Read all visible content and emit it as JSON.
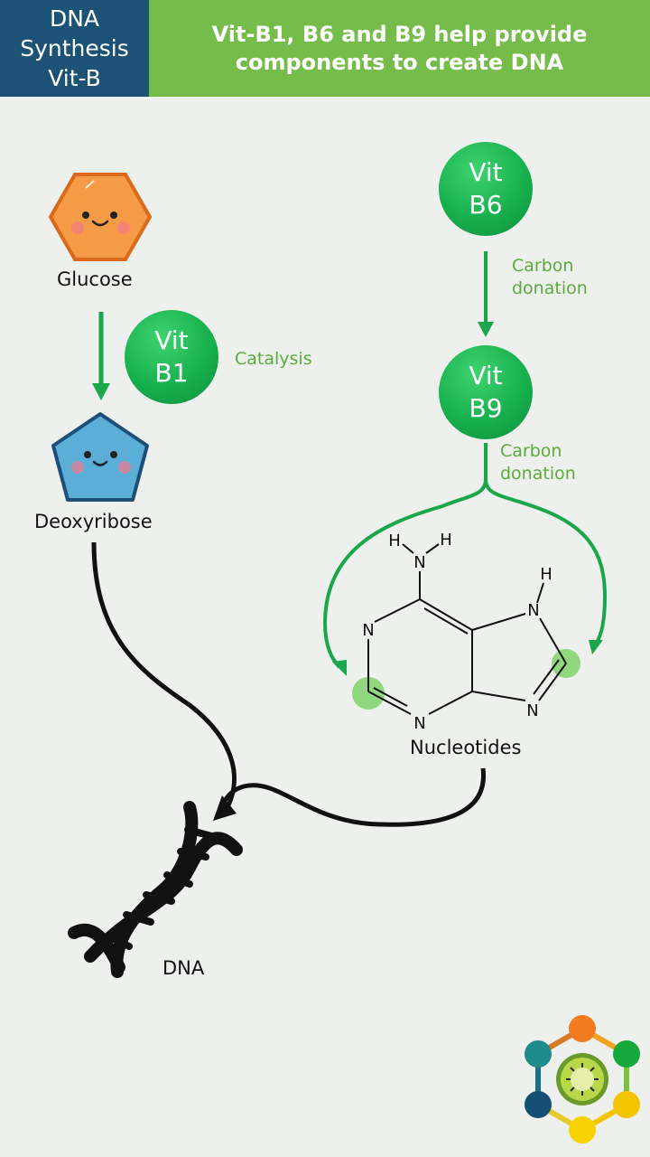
{
  "header": {
    "left_lines": [
      "DNA",
      "Synthesis",
      "Vit-B"
    ],
    "right_lines": [
      "Vit-B1, B6 and B9 help provide",
      "components to create DNA"
    ]
  },
  "nodes": {
    "glucose": "Glucose",
    "deoxyribose": "Deoxyribose",
    "nucleotides": "Nucleotides",
    "dna": "DNA"
  },
  "vitamins": {
    "b1": [
      "Vit",
      "B1"
    ],
    "b6": [
      "Vit",
      "B6"
    ],
    "b9": [
      "Vit",
      "B9"
    ]
  },
  "annotations": {
    "catalysis": "Catalysis",
    "carbon_donation_1": [
      "Carbon",
      "donation"
    ],
    "carbon_donation_2": [
      "Carbon",
      "donation"
    ]
  },
  "structure_atoms": {
    "n1": "N",
    "n3": "N",
    "n6": "N",
    "n7": "N",
    "n9": "N",
    "h_a": "H",
    "h_b": "H",
    "h_c": "H"
  },
  "colors": {
    "header_left": "#1b5276",
    "header_right": "#76bc4a",
    "vitamin_green": "#18b04e",
    "arrow_green": "#1aa64b",
    "label_green": "#5bab3c",
    "glucose_orange": "#f59a45",
    "deoxyribose_blue": "#5aaed8"
  }
}
